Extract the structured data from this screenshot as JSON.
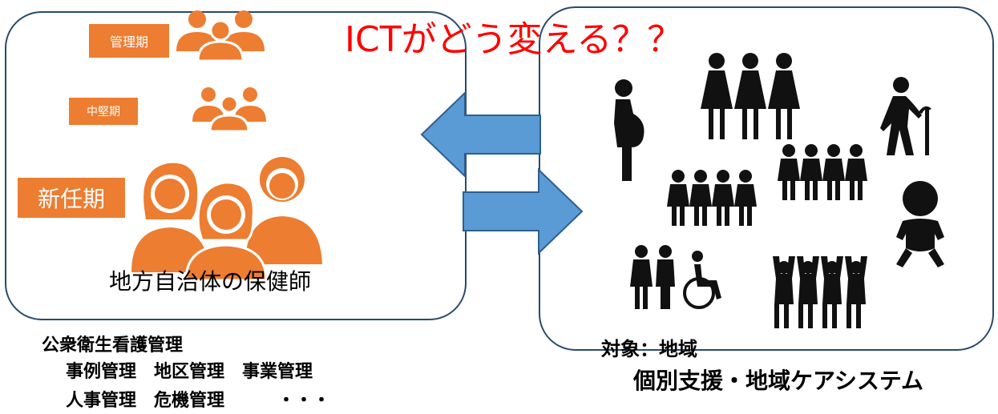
{
  "title": "ICTがどう変える？？",
  "left_panel": {
    "badges": {
      "kanri": "管理期",
      "chuken": "中堅期",
      "shinnin": "新任期"
    },
    "label": "地方自治体の保健師"
  },
  "management": {
    "heading": "公衆衛生看護管理",
    "row1": "事例管理　地区管理　事業管理",
    "row2": "人事管理　危機管理　　　・・・"
  },
  "target": {
    "heading": "対象：地域",
    "subheading": "個別支援・地域ケアシステム"
  },
  "colors": {
    "orange": "#ed7d31",
    "arrow_fill": "#5b9bd5",
    "arrow_stroke": "#2e5f8f",
    "title_red": "#ff0000",
    "panel_border": "#2a4a6b"
  },
  "icons": {
    "left_people": [
      "people-group-icon",
      "people-group-icon",
      "people-trio-icon"
    ],
    "right_people": [
      "pregnant-woman-icon",
      "women-group-icon",
      "elderly-person-icon",
      "family-group-icon",
      "family-group-icon",
      "baby-icon",
      "wheelchair-user-icon",
      "cheering-people-icon"
    ]
  }
}
